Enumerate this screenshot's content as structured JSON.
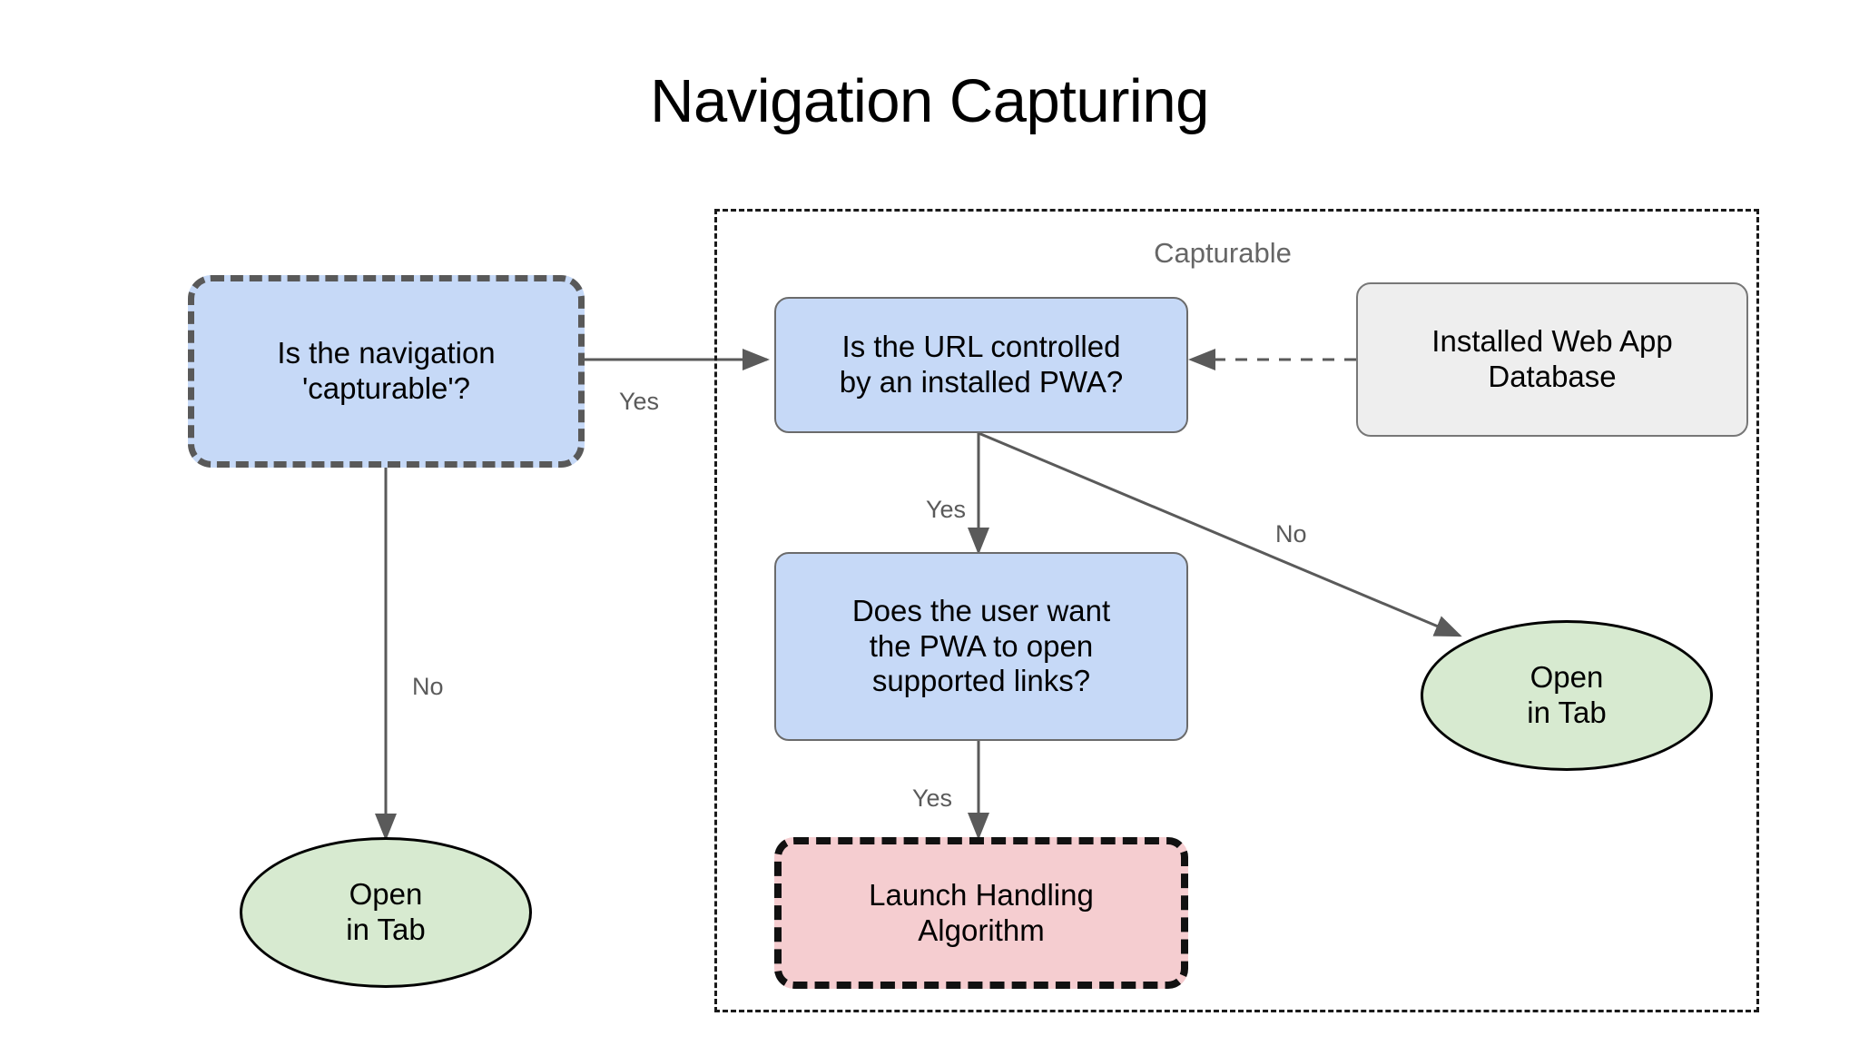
{
  "page": {
    "title": "Navigation Capturing",
    "background": "#ffffff"
  },
  "colors": {
    "process_fill": "#c6d9f7",
    "process_stroke": "#6b6b6b",
    "terminal_fill": "#d7ead0",
    "terminal_stroke": "#000000",
    "highlight_fill": "#f5cdd0",
    "highlight_stroke": "#111111",
    "store_fill": "#eeeeee",
    "store_stroke": "#777777",
    "edge_stroke": "#5a5a5a",
    "group_stroke": "#1a1a1a",
    "group_label": "#666666",
    "dashed_node_stroke": "#595959"
  },
  "group": {
    "label": "Capturable"
  },
  "nodes": [
    {
      "id": "is-capturable",
      "label": "Is the navigation\n'capturable'?"
    },
    {
      "id": "url-controlled",
      "label": "Is the URL controlled\nby an installed PWA?"
    },
    {
      "id": "web-app-database",
      "label": "Installed Web App\nDatabase"
    },
    {
      "id": "user-want-open",
      "label": "Does the user want\nthe PWA to open\nsupported links?"
    },
    {
      "id": "launch-handling",
      "label": "Launch Handling\nAlgorithm"
    },
    {
      "id": "open-in-tab-left",
      "label": "Open\nin Tab"
    },
    {
      "id": "open-in-tab-right",
      "label": "Open\nin Tab"
    }
  ],
  "edges": [
    {
      "id": "capturable-yes",
      "from": "is-capturable",
      "to": "url-controlled",
      "label": "Yes",
      "style": "solid"
    },
    {
      "id": "capturable-no",
      "from": "is-capturable",
      "to": "open-in-tab-left",
      "label": "No",
      "style": "solid"
    },
    {
      "id": "url-yes",
      "from": "url-controlled",
      "to": "user-want-open",
      "label": "Yes",
      "style": "solid"
    },
    {
      "id": "url-no",
      "from": "url-controlled",
      "to": "open-in-tab-right",
      "label": "No",
      "style": "solid"
    },
    {
      "id": "user-want-yes",
      "from": "user-want-open",
      "to": "launch-handling",
      "label": "Yes",
      "style": "solid"
    },
    {
      "id": "db-lookup",
      "from": "web-app-database",
      "to": "url-controlled",
      "label": "",
      "style": "dashed"
    }
  ]
}
